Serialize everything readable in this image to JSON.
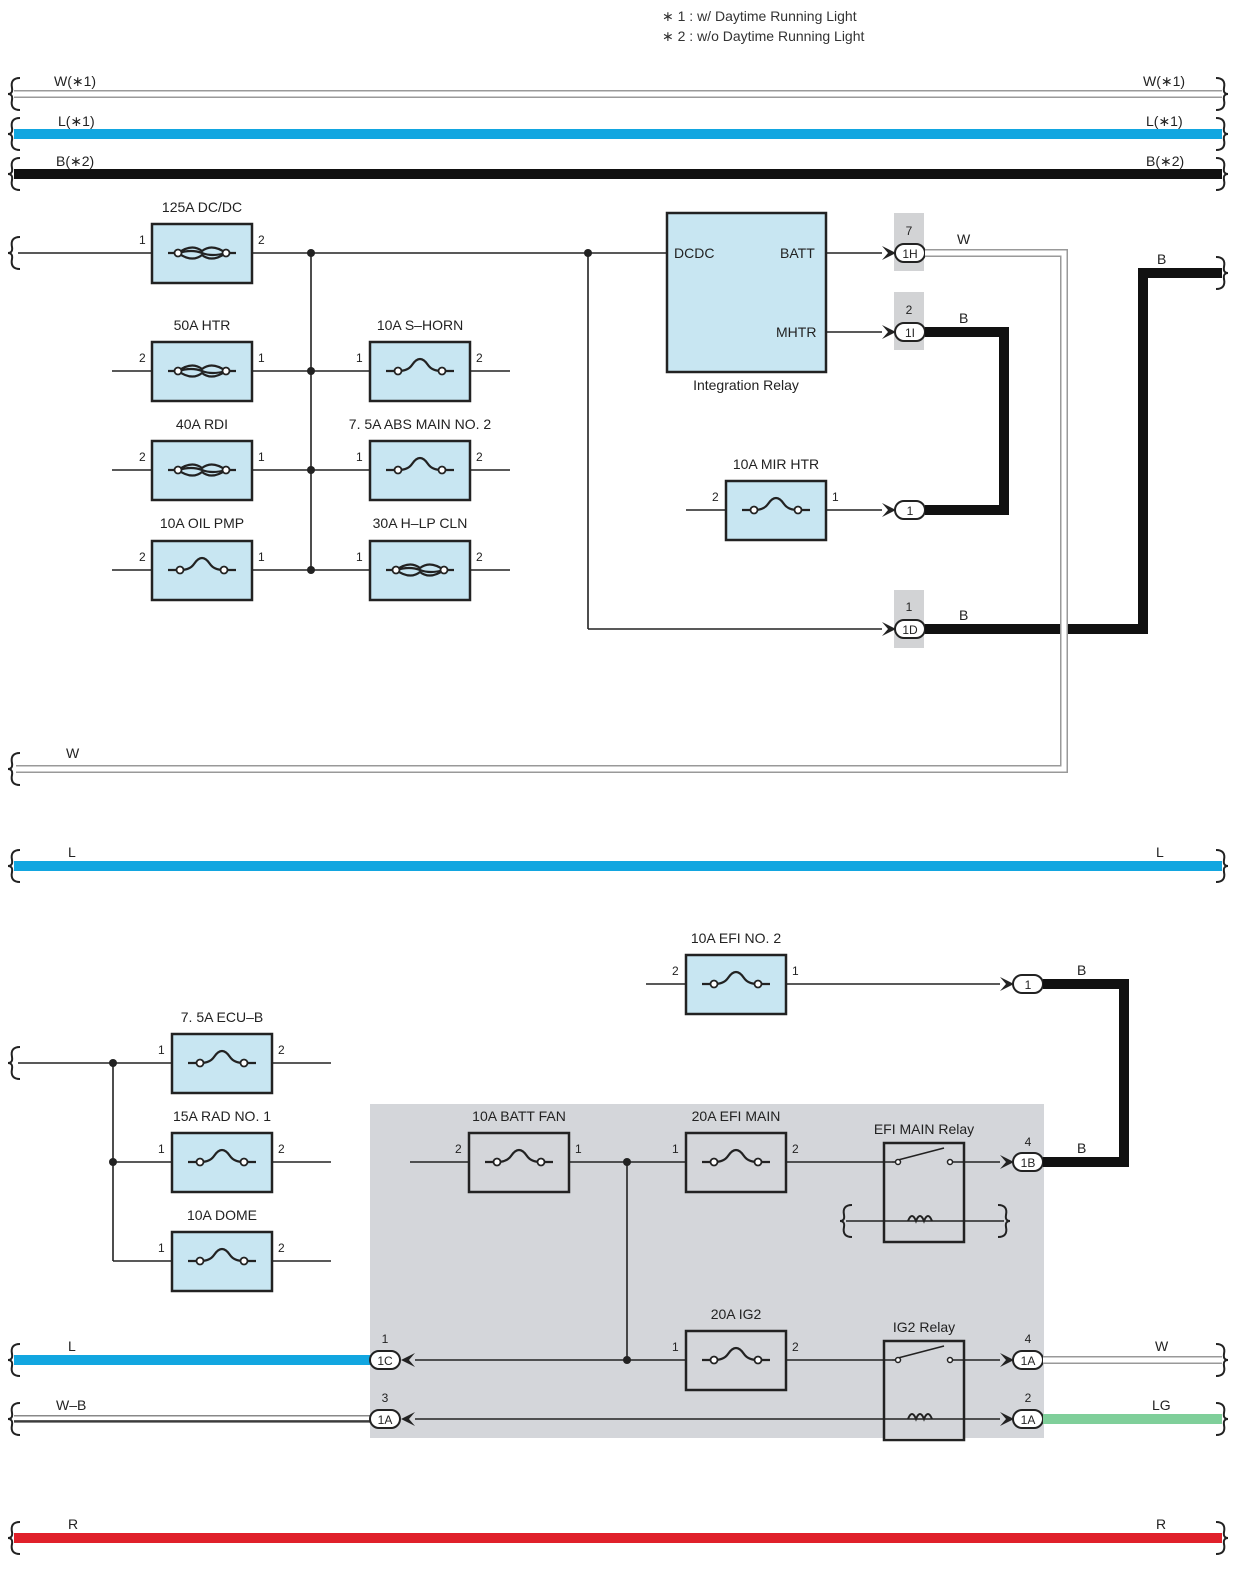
{
  "notes": [
    "∗ 1 : w/ Daytime Running Light",
    "∗ 2 : w/o Daytime Running Light"
  ],
  "colors": {
    "blue": "#12a6e0",
    "black": "#111111",
    "red": "#e0202a",
    "light_green": "#7fcf9a",
    "fuse_fill": "#c8e6f2",
    "gray_area": "#d4d6da"
  },
  "wires": {
    "w_star1_l": "W(∗1)",
    "w_star1_r": "W(∗1)",
    "l_star1_l": "L(∗1)",
    "l_star1_r": "L(∗1)",
    "b_star2_l": "B(∗2)",
    "b_star2_r": "B(∗2)",
    "w_top": "W",
    "b_right": "B",
    "b_1i": "B",
    "b_1d": "B",
    "w_mid": "W",
    "l_mid_l": "L",
    "l_mid_r": "L",
    "b_efi": "B",
    "b_1b": "B",
    "l_bot": "L",
    "wb_bot": "W–B",
    "w_1a": "W",
    "lg_1a": "LG",
    "r_l": "R",
    "r_r": "R"
  },
  "fuses": {
    "dcdc": {
      "label": "125A DC/DC",
      "pin_l": "1",
      "pin_r": "2"
    },
    "htr": {
      "label": "50A HTR",
      "pin_l": "2",
      "pin_r": "1"
    },
    "rdi": {
      "label": "40A RDI",
      "pin_l": "2",
      "pin_r": "1"
    },
    "oil": {
      "label": "10A OIL PMP",
      "pin_l": "2",
      "pin_r": "1"
    },
    "shorn": {
      "label": "10A S–HORN",
      "pin_l": "1",
      "pin_r": "2"
    },
    "abs": {
      "label": "7. 5A ABS MAIN NO. 2",
      "pin_l": "1",
      "pin_r": "2"
    },
    "hlp": {
      "label": "30A H–LP CLN",
      "pin_l": "1",
      "pin_r": "2"
    },
    "mir": {
      "label": "10A MIR HTR",
      "pin_l": "2",
      "pin_r": "1"
    },
    "efi2": {
      "label": "10A EFI NO. 2",
      "pin_l": "2",
      "pin_r": "1"
    },
    "ecub": {
      "label": "7. 5A ECU–B",
      "pin_l": "1",
      "pin_r": "2"
    },
    "rad": {
      "label": "15A RAD NO. 1",
      "pin_l": "1",
      "pin_r": "2"
    },
    "dome": {
      "label": "10A DOME",
      "pin_l": "1",
      "pin_r": "2"
    },
    "battfan": {
      "label": "10A BATT FAN",
      "pin_l": "2",
      "pin_r": "1"
    },
    "efimain": {
      "label": "20A EFI MAIN",
      "pin_l": "1",
      "pin_r": "2"
    },
    "ig2": {
      "label": "20A IG2",
      "pin_l": "1",
      "pin_r": "2"
    }
  },
  "relay": {
    "name": "Integration Relay",
    "dcdc": "DCDC",
    "batt": "BATT",
    "mhtr": "MHTR"
  },
  "relays": {
    "efi_main": "EFI MAIN Relay",
    "ig2": "IG2 Relay"
  },
  "connectors": {
    "c1h": {
      "id": "1H",
      "pin": "7"
    },
    "c1i": {
      "id": "1I",
      "pin": "2"
    },
    "c1": {
      "id": "1"
    },
    "c1d": {
      "id": "1D",
      "pin": "1"
    },
    "c1_efi": {
      "id": "1"
    },
    "c1b": {
      "id": "1B",
      "pin": "4"
    },
    "c1c": {
      "id": "1C",
      "pin": "1"
    },
    "c1a_l": {
      "id": "1A",
      "pin": "3"
    },
    "c1a_w": {
      "id": "1A",
      "pin": "4"
    },
    "c1a_lg": {
      "id": "1A",
      "pin": "2"
    }
  }
}
